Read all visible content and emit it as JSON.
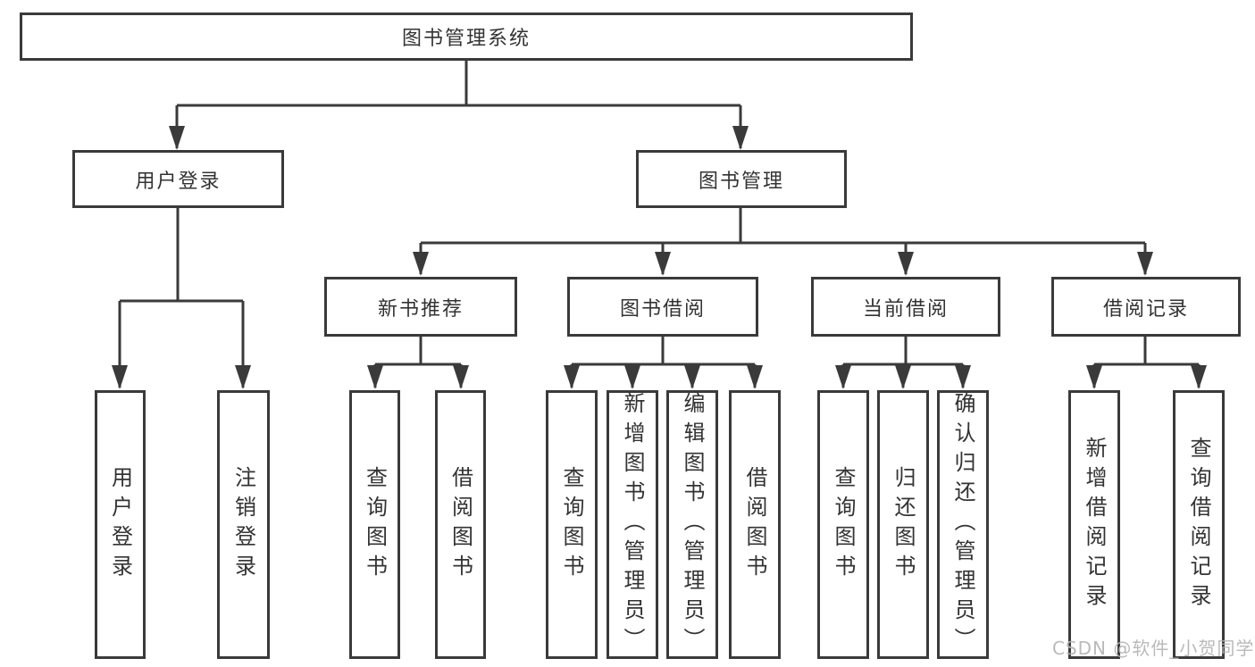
{
  "diagram": {
    "root": {
      "label": "图书管理系统"
    },
    "branches": {
      "user_login": {
        "label": "用户登录",
        "children": [
          {
            "label": "用户登录"
          },
          {
            "label": "注销登录"
          }
        ]
      },
      "book_management": {
        "label": "图书管理",
        "children": [
          {
            "label": "新书推荐",
            "children": [
              {
                "label": "查询图书"
              },
              {
                "label": "借阅图书"
              }
            ]
          },
          {
            "label": "图书借阅",
            "children": [
              {
                "label": "查询图书"
              },
              {
                "label": "新增图书（管理员）"
              },
              {
                "label": "编辑图书（管理员）"
              },
              {
                "label": "借阅图书"
              }
            ]
          },
          {
            "label": "当前借阅",
            "children": [
              {
                "label": "查询图书"
              },
              {
                "label": "归还图书"
              },
              {
                "label": "确认归还（管理员）"
              }
            ]
          },
          {
            "label": "借阅记录",
            "children": [
              {
                "label": "新增借阅记录"
              },
              {
                "label": "查询借阅记录"
              }
            ]
          }
        ]
      }
    },
    "watermark": "CSDN @软件_小贺同学",
    "colors": {
      "line": "#3a3a3a",
      "text": "#333333",
      "background": "#ffffff",
      "watermark": "#b2b2b2"
    }
  }
}
